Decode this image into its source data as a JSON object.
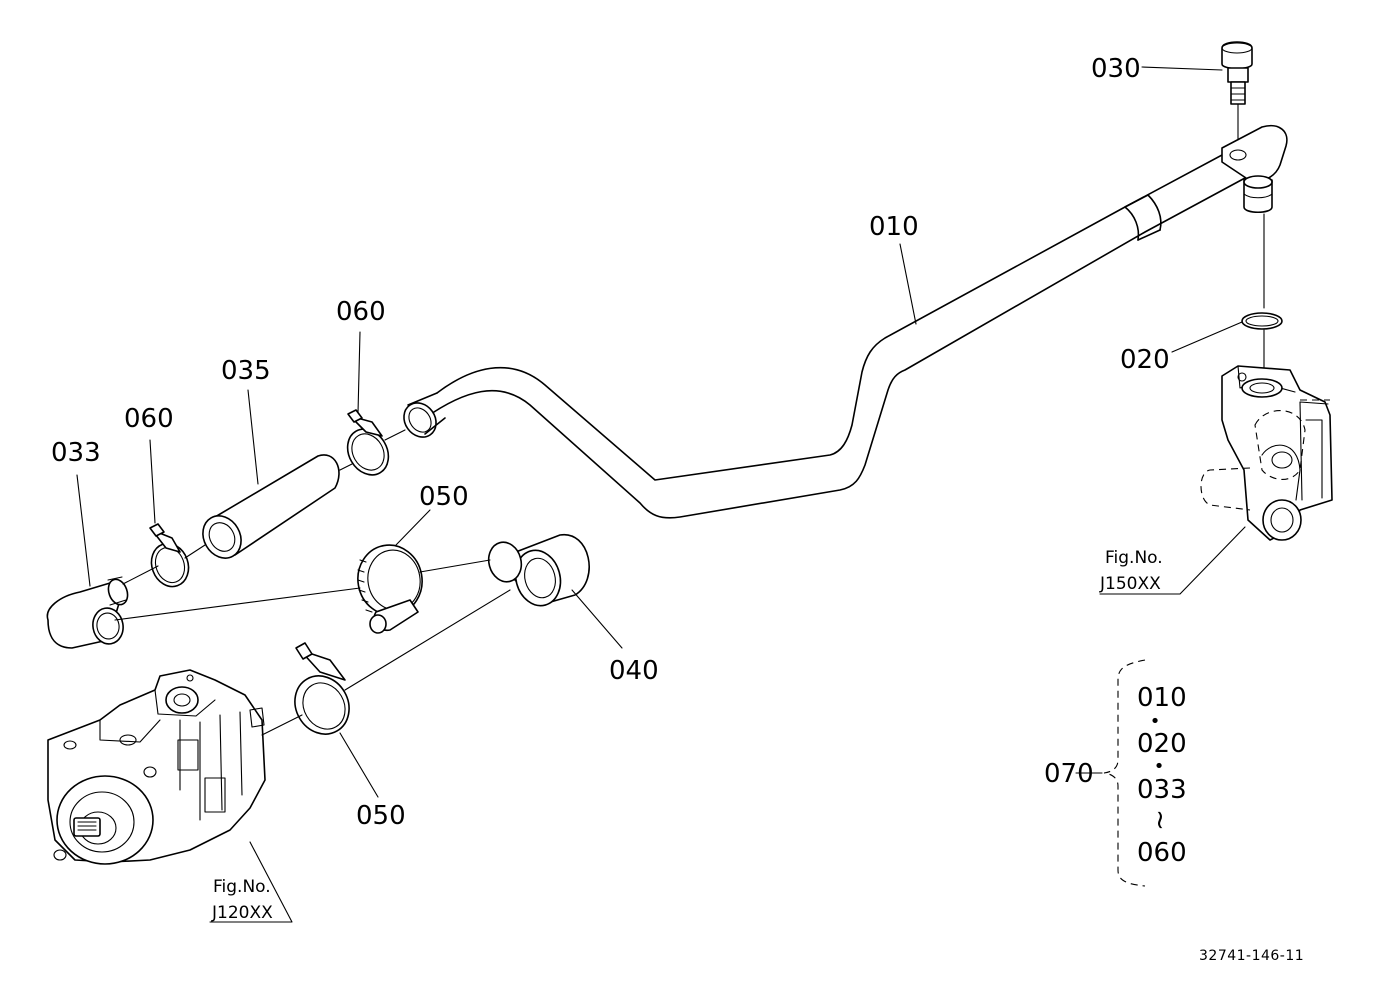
{
  "labels": {
    "p010": "010",
    "p020": "020",
    "p030": "030",
    "p033": "033",
    "p035": "035",
    "p040": "040",
    "p050_top": "050",
    "p050_bottom": "050",
    "p060_left": "060",
    "p060_upper": "060",
    "p070": "070"
  },
  "figure_refs": {
    "right": {
      "prefix": "Fig.No.",
      "code": "J150XX"
    },
    "left": {
      "prefix": "Fig.No.",
      "code": "J120XX"
    }
  },
  "assembly_group": {
    "items": [
      "010",
      "020",
      "033",
      "060"
    ],
    "separators": [
      "•",
      "•",
      "~"
    ]
  },
  "document_id": "32741-146-11"
}
